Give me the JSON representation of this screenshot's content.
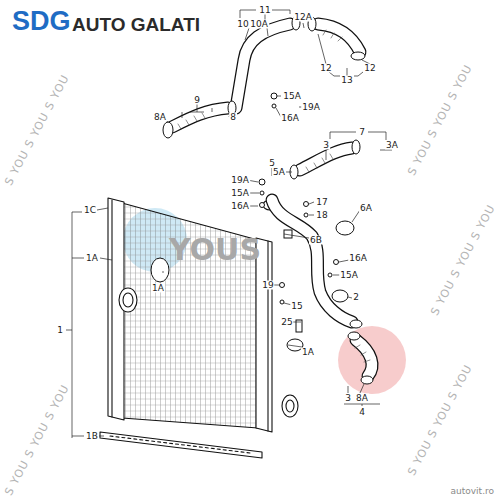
{
  "diagram": {
    "labels": [
      "SDG",
      "AUTO GALATI",
      "11",
      "10",
      "10A",
      "12A",
      "12",
      "12",
      "13",
      "9",
      "8A",
      "8",
      "15A",
      "19A",
      "16A",
      "7",
      "3",
      "3A",
      "5",
      "5A",
      "19A",
      "15A",
      "16A",
      "17",
      "18",
      "6A",
      "1C",
      "1A",
      "1A",
      "1",
      "1B",
      "6B",
      "16A",
      "15A",
      "19",
      "15",
      "2",
      "25",
      "1A",
      "3",
      "8A",
      "4",
      "YOUS",
      "S YOU S YOU S YOU",
      "S YOU S YOU S YOU",
      "S YOU S YOU S YOU",
      "S YOU S YOU S YOU",
      "S YOU S YOU S YOU",
      "autovit.ro"
    ]
  }
}
